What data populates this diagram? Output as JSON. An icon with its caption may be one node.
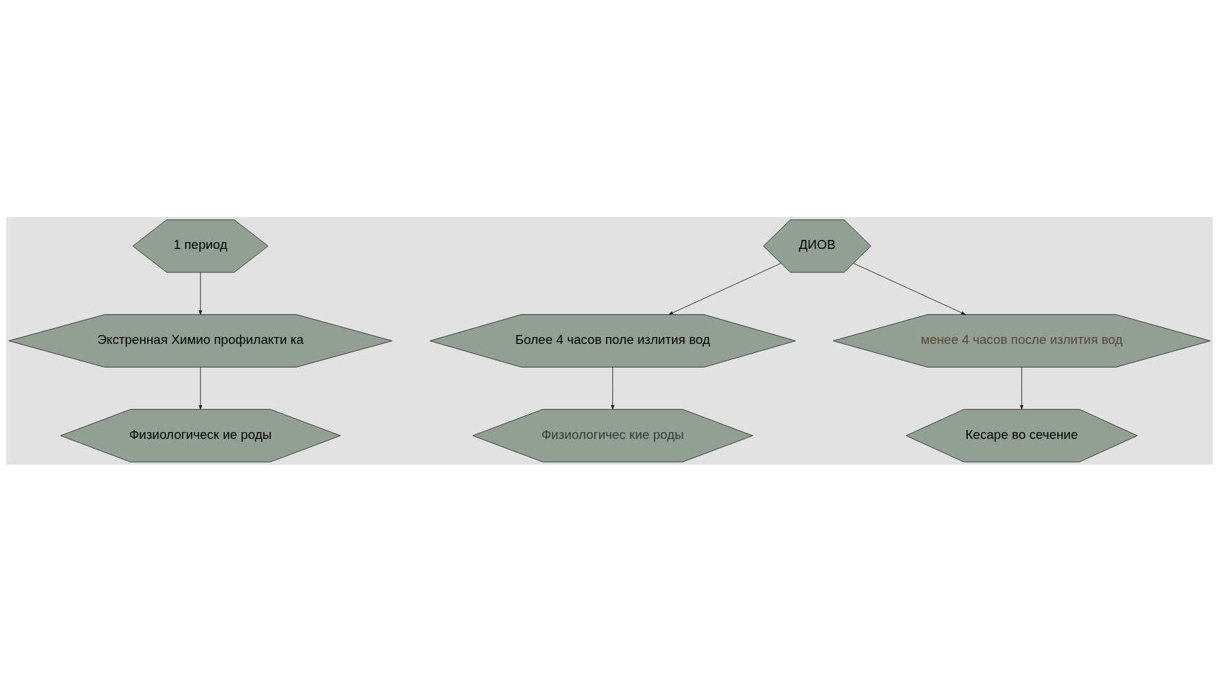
{
  "diagram": {
    "nodes": [
      {
        "text": [
          "1 период"
        ]
      },
      {
        "text": [
          "ДИОВ"
        ]
      },
      {
        "text": [
          "Экстренная Химио профилакти ка"
        ]
      },
      {
        "text": [
          "Физиологическ ие роды"
        ]
      },
      {
        "text": [
          "Более 4 часов поле излития вод"
        ]
      },
      {
        "text": [
          "Физиологичес кие роды"
        ]
      },
      {
        "text": [
          "менее 4 часов после излития вод"
        ]
      },
      {
        "text": [
          "Кесаре во сечение"
        ]
      }
    ],
    "edges": [
      {
        "from": 0,
        "to": 2,
        "arrow": "to"
      },
      {
        "from": 2,
        "to": 3,
        "arrow": "to"
      },
      {
        "from": 1,
        "to": 4,
        "arrow": "to"
      },
      {
        "from": 1,
        "to": 6,
        "arrow": "to"
      },
      {
        "from": 4,
        "to": 5,
        "arrow": "to"
      },
      {
        "from": 6,
        "to": 7,
        "arrow": "to"
      }
    ]
  }
}
